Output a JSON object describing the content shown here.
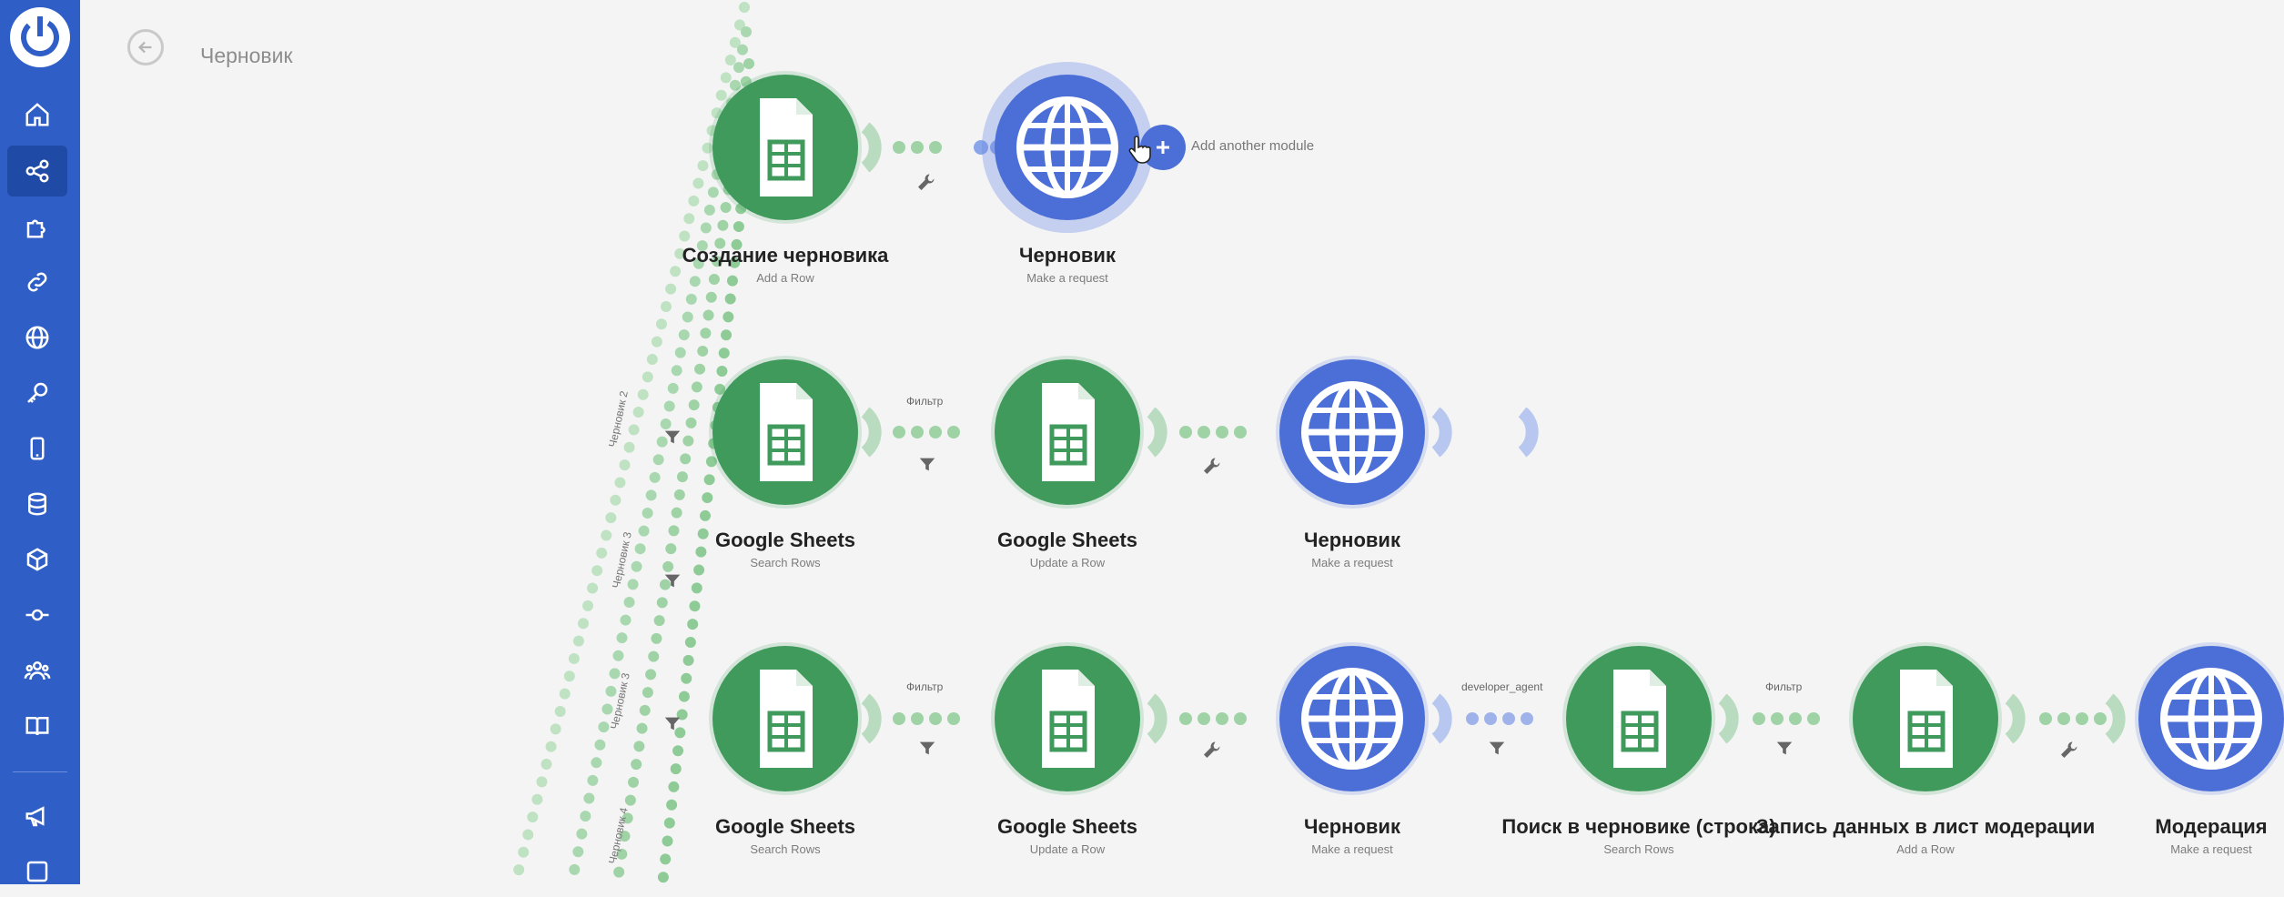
{
  "header": {
    "title": "Черновик"
  },
  "add_module": {
    "label": "Add another module"
  },
  "sidebar": {
    "items": [
      {
        "icon": "home-icon"
      },
      {
        "icon": "share-icon",
        "active": true
      },
      {
        "icon": "puzzle-icon"
      },
      {
        "icon": "link-icon"
      },
      {
        "icon": "globe-icon"
      },
      {
        "icon": "key-icon"
      },
      {
        "icon": "mobile-icon"
      },
      {
        "icon": "database-icon"
      },
      {
        "icon": "cube-icon"
      },
      {
        "icon": "commit-icon"
      },
      {
        "icon": "users-icon"
      },
      {
        "icon": "book-icon"
      },
      {
        "icon": "megaphone-icon"
      },
      {
        "icon": "window-icon"
      }
    ]
  },
  "rows": [
    {
      "modules": [
        {
          "title": "Создание черновика",
          "subtitle": "Add a Row",
          "app": "google-sheets"
        },
        {
          "title": "Черновик",
          "subtitle": "Make a request",
          "app": "http"
        }
      ],
      "links": [
        {
          "label": ""
        }
      ]
    },
    {
      "modules": [
        {
          "title": "Google Sheets",
          "subtitle": "Search Rows",
          "app": "google-sheets"
        },
        {
          "title": "Google Sheets",
          "subtitle": "Update a Row",
          "app": "google-sheets"
        },
        {
          "title": "Черновик",
          "subtitle": "Make a request",
          "app": "http"
        }
      ],
      "links": [
        {
          "label": "Фильтр"
        },
        {
          "label": ""
        }
      ]
    },
    {
      "modules": [
        {
          "title": "Google Sheets",
          "subtitle": "Search Rows",
          "app": "google-sheets"
        },
        {
          "title": "Google Sheets",
          "subtitle": "Update a Row",
          "app": "google-sheets"
        },
        {
          "title": "Черновик",
          "subtitle": "Make a request",
          "app": "http"
        },
        {
          "title": "Поиск в черновике (строка)",
          "subtitle": "Search Rows",
          "app": "google-sheets"
        },
        {
          "title": "Запись данных в лист модерации",
          "subtitle": "Add a Row",
          "app": "google-sheets"
        },
        {
          "title": "Модерация",
          "subtitle": "Make a request",
          "app": "http"
        }
      ],
      "links": [
        {
          "label": "Фильтр"
        },
        {
          "label": ""
        },
        {
          "label": "developer_agent"
        },
        {
          "label": "Фильтр"
        },
        {
          "label": ""
        }
      ]
    }
  ],
  "router_routes": [
    "Черновик 2",
    "Черновик 3",
    "Черновик 3",
    "Черновик 4"
  ],
  "colors": {
    "sidebar": "#2e5ec6",
    "sheets": "#3f9a5c",
    "http": "#4b6fd6",
    "dots": "#9fd3a6",
    "canvas": "#f4f4f4"
  }
}
